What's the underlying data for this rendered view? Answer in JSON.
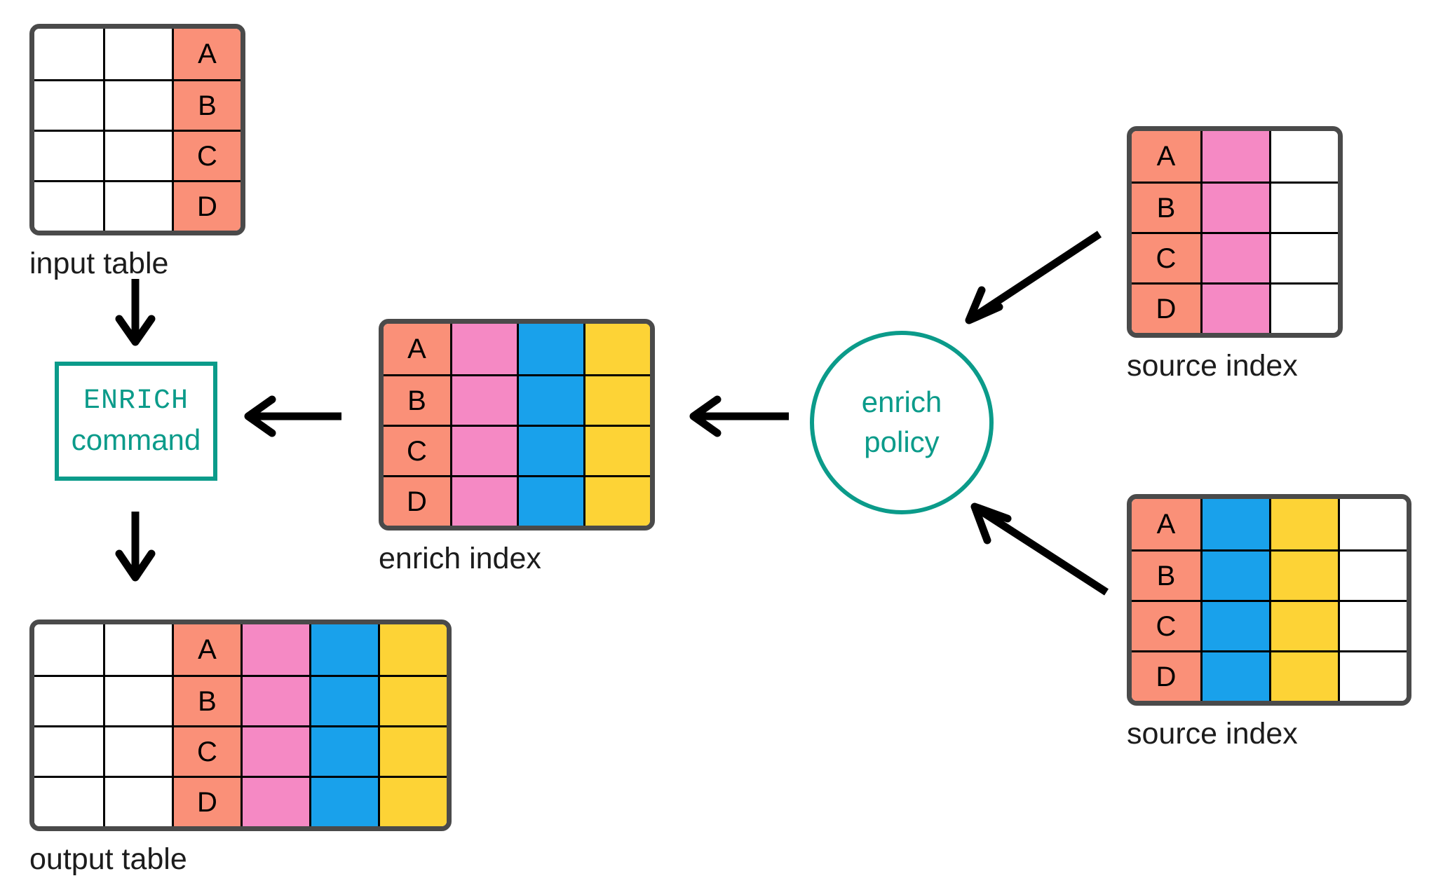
{
  "palette": {
    "key": "#FA9078",
    "pink": "#F589C4",
    "blue": "#19A1EB",
    "yellow": "#FDD336",
    "white": "#FFFFFF",
    "teal": "#0B9B8A",
    "table_border": "#4A4A4A",
    "cell_border": "#000000",
    "arrow": "#000000",
    "background": "#FFFFFF"
  },
  "input_table": {
    "caption": "input table",
    "columns": [
      "white",
      "white",
      "key"
    ],
    "rows": [
      [
        "",
        "",
        "A"
      ],
      [
        "",
        "",
        "B"
      ],
      [
        "",
        "",
        "C"
      ],
      [
        "",
        "",
        "D"
      ]
    ]
  },
  "enrich_command": {
    "line1": "ENRICH",
    "line2": "command"
  },
  "output_table": {
    "caption": "output table",
    "columns": [
      "white",
      "white",
      "key",
      "pink",
      "blue",
      "yellow"
    ],
    "rows": [
      [
        "",
        "",
        "A",
        "",
        "",
        ""
      ],
      [
        "",
        "",
        "B",
        "",
        "",
        ""
      ],
      [
        "",
        "",
        "C",
        "",
        "",
        ""
      ],
      [
        "",
        "",
        "D",
        "",
        "",
        ""
      ]
    ]
  },
  "enrich_index": {
    "caption": "enrich index",
    "columns": [
      "key",
      "pink",
      "blue",
      "yellow"
    ],
    "rows": [
      [
        "A",
        "",
        "",
        ""
      ],
      [
        "B",
        "",
        "",
        ""
      ],
      [
        "C",
        "",
        "",
        ""
      ],
      [
        "D",
        "",
        "",
        ""
      ]
    ]
  },
  "enrich_policy": {
    "line1": "enrich",
    "line2": "policy"
  },
  "source_index_top": {
    "caption": "source index",
    "columns": [
      "key",
      "pink",
      "white"
    ],
    "rows": [
      [
        "A",
        "",
        ""
      ],
      [
        "B",
        "",
        ""
      ],
      [
        "C",
        "",
        ""
      ],
      [
        "D",
        "",
        ""
      ]
    ]
  },
  "source_index_bottom": {
    "caption": "source index",
    "columns": [
      "key",
      "blue",
      "yellow",
      "white"
    ],
    "rows": [
      [
        "A",
        "",
        "",
        ""
      ],
      [
        "B",
        "",
        "",
        ""
      ],
      [
        "C",
        "",
        "",
        ""
      ],
      [
        "D",
        "",
        "",
        ""
      ]
    ]
  },
  "arrows": [
    {
      "name": "input-to-command",
      "direction": "down"
    },
    {
      "name": "command-to-output",
      "direction": "down"
    },
    {
      "name": "enrich-index-to-command",
      "direction": "left"
    },
    {
      "name": "policy-to-enrich-index",
      "direction": "left"
    },
    {
      "name": "source-index-top-to-policy",
      "direction": "down-left"
    },
    {
      "name": "source-index-bottom-to-policy",
      "direction": "up-left"
    }
  ]
}
